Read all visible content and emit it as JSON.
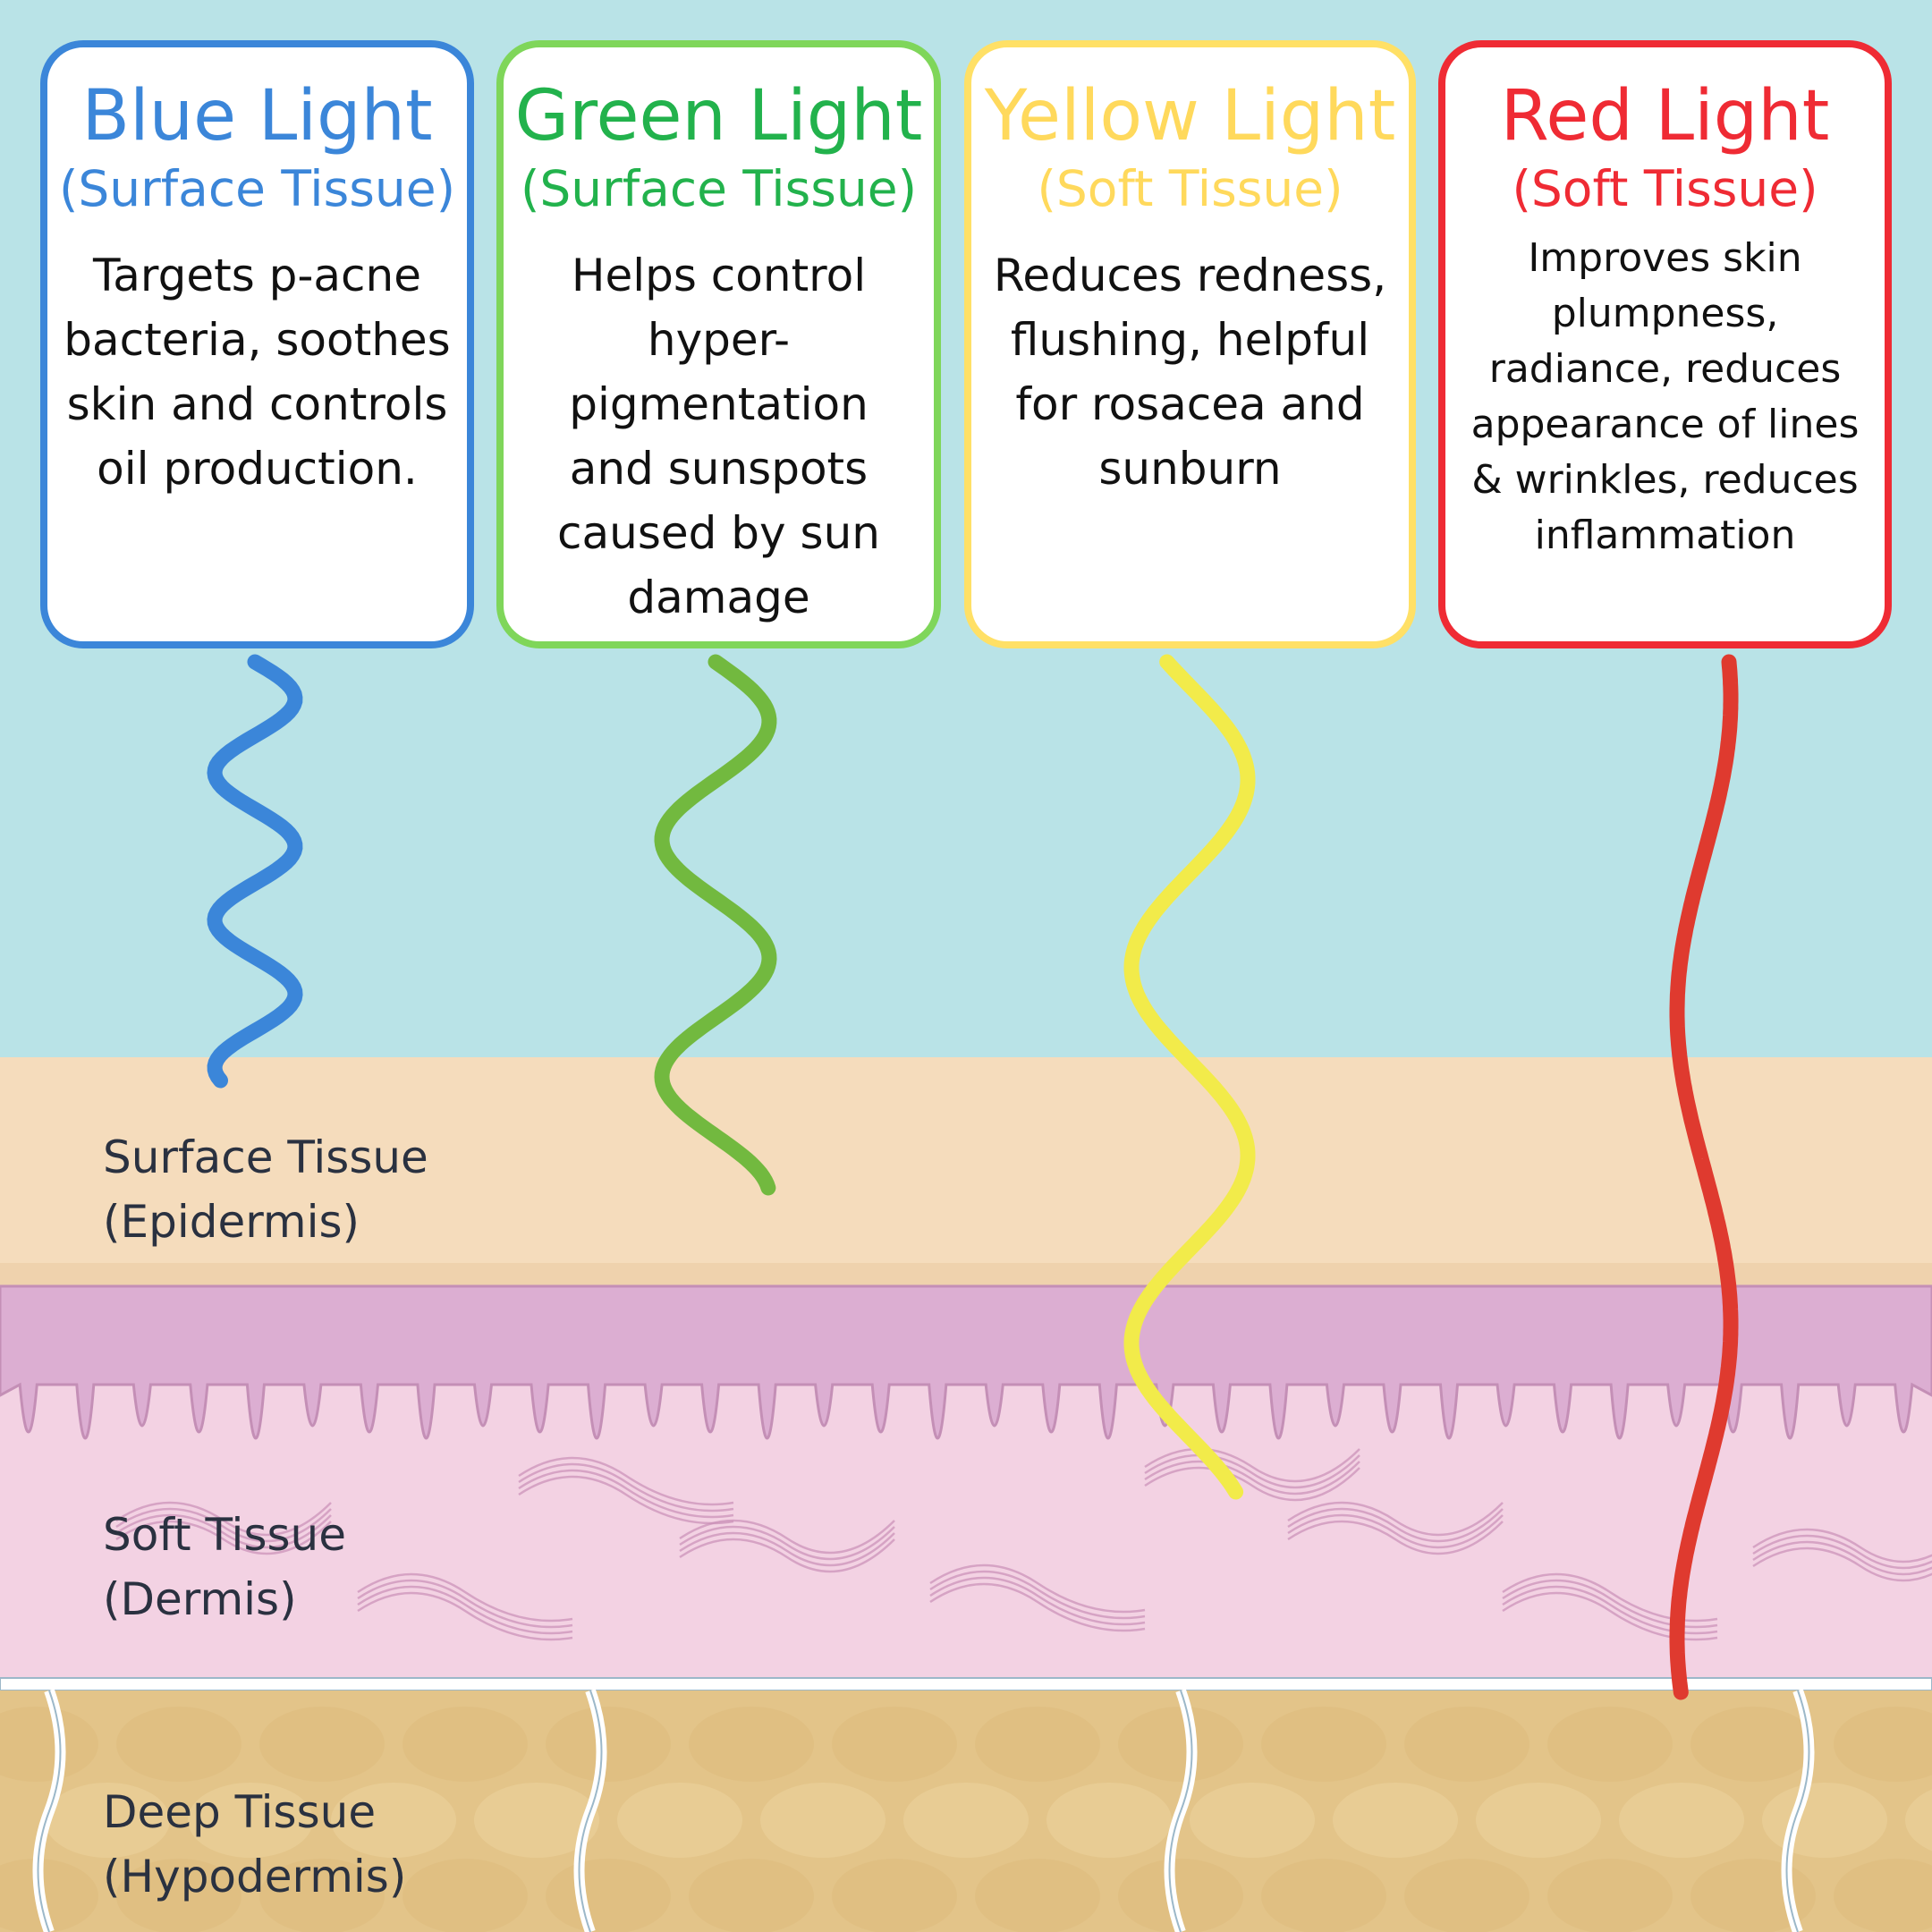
{
  "colors": {
    "blue": "#3b86d9",
    "green": "#22b24c",
    "green_border": "#7fd65a",
    "green_wave": "#72b93f",
    "yellow": "#ffd95c",
    "yellow_border": "#ffe066",
    "yellow_wave": "#f2eb4a",
    "red": "#ef2b34",
    "red_wave": "#df3a2f",
    "background": "#b9e3e7",
    "epidermis": "#f5dcbc",
    "dermis_top": "#dcaed2",
    "dermis": "#f3d2e3",
    "hypodermis": "#e3c489"
  },
  "cards": [
    {
      "title": "Blue Light",
      "subtitle": "(Surface Tissue)",
      "lines": [
        "Targets p-acne",
        "bacteria, soothes",
        "skin and controls",
        "oil production."
      ]
    },
    {
      "title": "Green Light",
      "subtitle": "(Surface Tissue)",
      "lines": [
        "Helps control",
        "hyper-",
        "pigmentation",
        "and sunspots",
        "caused by sun",
        "damage"
      ]
    },
    {
      "title": "Yellow Light",
      "subtitle": "(Soft Tissue)",
      "lines": [
        "Reduces redness,",
        "flushing, helpful",
        "for rosacea and",
        "sunburn"
      ]
    },
    {
      "title": "Red Light",
      "subtitle": "(Soft Tissue)",
      "lines": [
        "Improves skin",
        "plumpness,",
        "radiance, reduces",
        "appearance of lines",
        "& wrinkles, reduces",
        "inflammation"
      ]
    }
  ],
  "layers": [
    {
      "name": "Surface Tissue",
      "latin": "(Epidermis)"
    },
    {
      "name": "Soft Tissue",
      "latin": "(Dermis)"
    },
    {
      "name": "Deep Tissue",
      "latin": "(Hypodermis)"
    }
  ]
}
